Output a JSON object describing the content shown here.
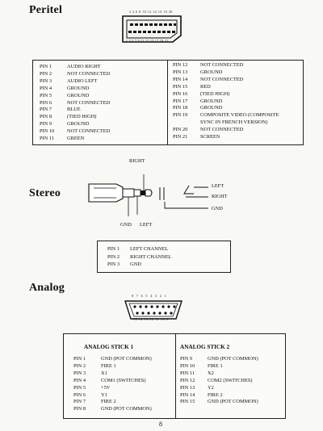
{
  "peritel": {
    "title": "Peritel",
    "connector_top_numbers": "2 4 6 8 10 12 14 16 18 20",
    "connector_bottom_numbers": "1 3 5 7 9 11 13 15 17 19 21",
    "pins_left": [
      {
        "pin": "PIN 1",
        "signal": "AUDIO RIGHT"
      },
      {
        "pin": "PIN 2",
        "signal": "NOT CONNECTED"
      },
      {
        "pin": "PIN 3",
        "signal": "AUDIO LEFT"
      },
      {
        "pin": "PIN 4",
        "signal": "GROUND"
      },
      {
        "pin": "PIN 5",
        "signal": "GROUND"
      },
      {
        "pin": "PIN 6",
        "signal": "NOT CONNECTED"
      },
      {
        "pin": "PIN 7",
        "signal": "BLUE"
      },
      {
        "pin": "PIN 8",
        "signal": "(TIED HIGH)"
      },
      {
        "pin": "PIN 9",
        "signal": "GROUND"
      },
      {
        "pin": "PIN 10",
        "signal": "NOT CONNECTED"
      },
      {
        "pin": "PIN 11",
        "signal": "GREEN"
      }
    ],
    "pins_right": [
      {
        "pin": "PIN 12",
        "signal": "NOT CONNECTED"
      },
      {
        "pin": "PIN 13",
        "signal": "GROUND"
      },
      {
        "pin": "PIN 14",
        "signal": "NOT CONNECTED"
      },
      {
        "pin": "PIN 15",
        "signal": "RED"
      },
      {
        "pin": "PIN 16",
        "signal": "(TIED HIGH)"
      },
      {
        "pin": "PIN 17",
        "signal": "GROUND"
      },
      {
        "pin": "PIN 18",
        "signal": "GROUND"
      },
      {
        "pin": "PIN 19",
        "signal": "COMPOSITE VIDEO (COMPOSITE"
      },
      {
        "pin": "",
        "signal": "SYNC IN FRENCH VERSION)"
      },
      {
        "pin": "PIN 20",
        "signal": "NOT CONNECTED"
      },
      {
        "pin": "PIN 21",
        "signal": "SCREEN"
      }
    ]
  },
  "stereo": {
    "title": "Stereo",
    "label_right_top": "RIGHT",
    "label_gnd": "GND",
    "label_left": "LEFT",
    "socket_left": "LEFT",
    "socket_right": "RIGHT",
    "socket_gnd": "GND",
    "pins": [
      {
        "pin": "PIN 1",
        "signal": "LEFT CHANNEL"
      },
      {
        "pin": "PIN 2",
        "signal": "RIGHT CHANNEL"
      },
      {
        "pin": "PIN 3",
        "signal": "GND"
      }
    ]
  },
  "analog": {
    "title": "Analog",
    "connector_top_numbers": "8 7 6 5 4 3 2 1",
    "connector_bottom_numbers": "15 14 13 12 11 10 9",
    "stick1": {
      "title": "ANALOG STICK 1",
      "pins": [
        {
          "pin": "PIN 1",
          "signal": "GND (POT COMMON)"
        },
        {
          "pin": "PIN 2",
          "signal": "FIRE 1"
        },
        {
          "pin": "PIN 3",
          "signal": "X1"
        },
        {
          "pin": "PIN 4",
          "signal": "COM1 (SWITCHES)"
        },
        {
          "pin": "PIN 5",
          "signal": "+5V"
        },
        {
          "pin": "PIN 6",
          "signal": "Y1"
        },
        {
          "pin": "PIN 7",
          "signal": "FIRE 2"
        },
        {
          "pin": "PIN 8",
          "signal": "GND (POT COMMON)"
        }
      ]
    },
    "stick2": {
      "title": "ANALOG STICK 2",
      "pins": [
        {
          "pin": "PIN 9",
          "signal": "GND (POT COMMON)"
        },
        {
          "pin": "PIN 10",
          "signal": "FIRE 1"
        },
        {
          "pin": "PIN 11",
          "signal": "X2"
        },
        {
          "pin": "PIN 12",
          "signal": "COM2 (SWITCHES)"
        },
        {
          "pin": "PIN 13",
          "signal": "Y2"
        },
        {
          "pin": "PIN 14",
          "signal": "FIRE 2"
        },
        {
          "pin": "PIN 15",
          "signal": "GND (POT COMMON)"
        }
      ]
    }
  },
  "page_number": "8"
}
